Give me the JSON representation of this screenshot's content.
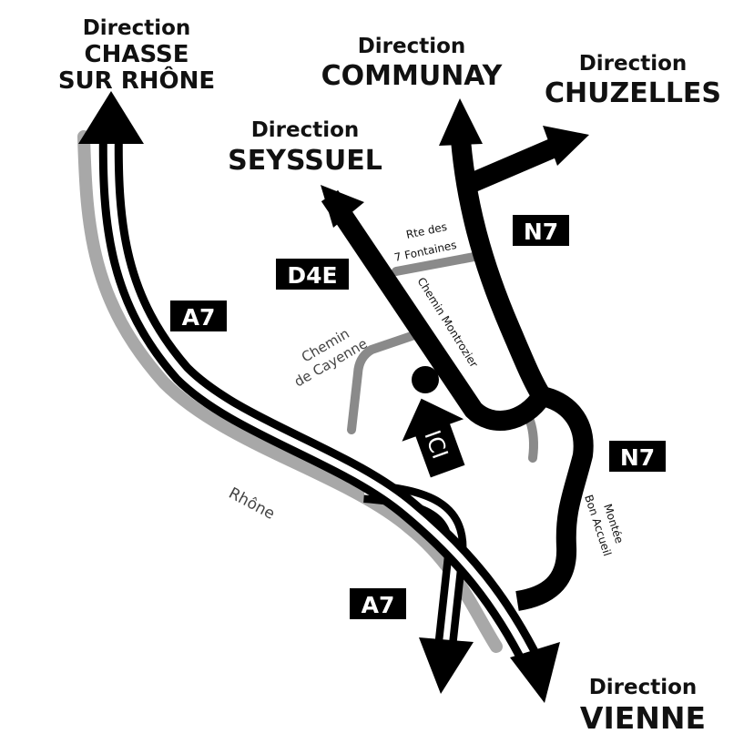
{
  "map": {
    "colors": {
      "road": "#000000",
      "minor_road": "#8a8a8a",
      "river": "#a8a8a8",
      "background": "#ffffff"
    },
    "destinations": [
      {
        "prefix": "Direction",
        "name_line1": "CHASSE",
        "name_line2": "SUR RHÔNE"
      },
      {
        "prefix": "Direction",
        "name": "COMMUNAY"
      },
      {
        "prefix": "Direction",
        "name": "CHUZELLES"
      },
      {
        "prefix": "Direction",
        "name": "SEYSSUEL"
      },
      {
        "prefix": "Direction",
        "name": "VIENNE"
      }
    ],
    "road_badges": [
      "A7",
      "D4E",
      "N7",
      "N7",
      "A7"
    ],
    "street_labels": {
      "rte_fontaines_1": "Rte des",
      "rte_fontaines_2": "7 Fontaines",
      "montrozier": "Chemin Montrozier",
      "cayenne_1": "Chemin",
      "cayenne_2": "de Cayenne",
      "bon_accueil_1": "Montée",
      "bon_accueil_2": "Bon Accueil"
    },
    "river": "Rhône",
    "location_marker": "ICI"
  }
}
